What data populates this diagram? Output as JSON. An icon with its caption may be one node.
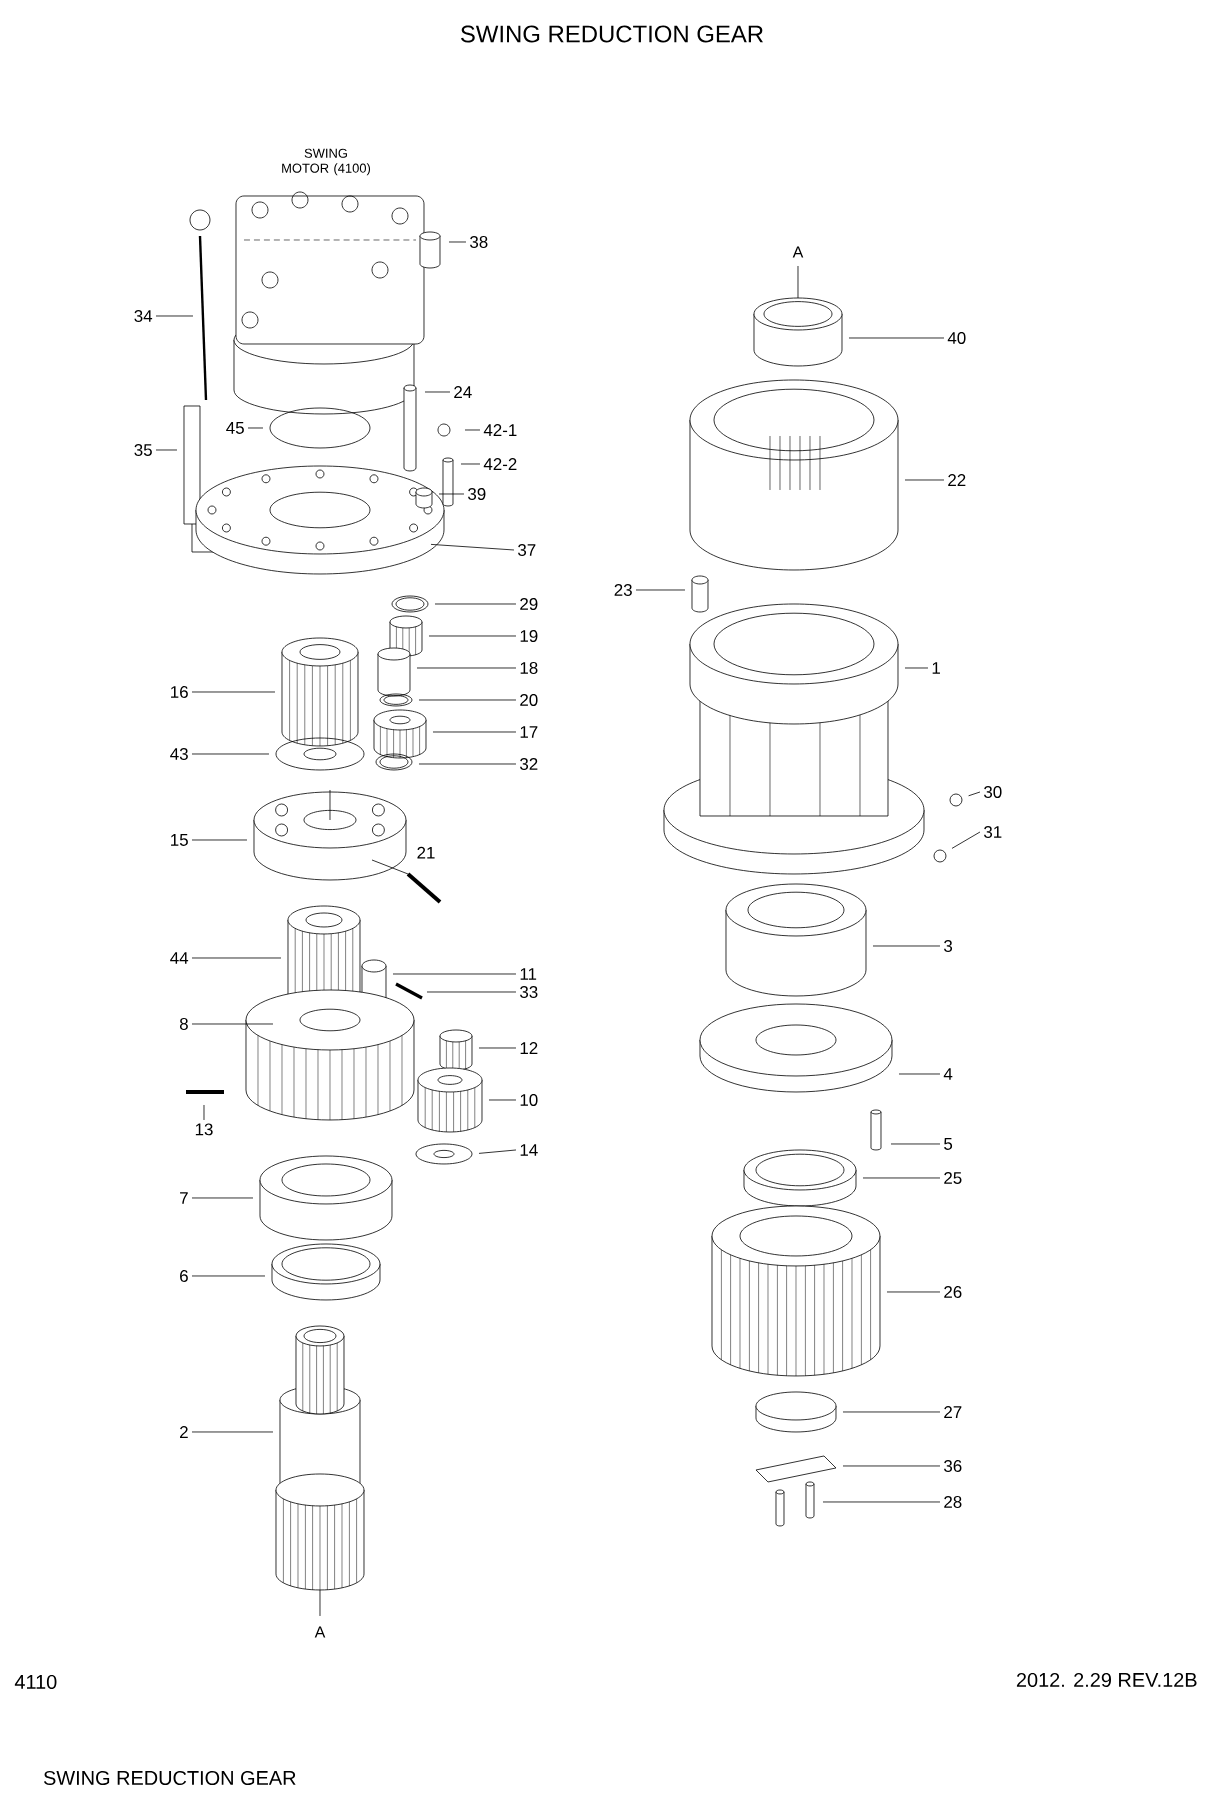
{
  "diagram": {
    "title": "SWING REDUCTION GEAR",
    "caption": "SWING REDUCTION GEAR",
    "nodes": [
      {
        "text": [
          "38"
        ]
      },
      {
        "text": [
          "40"
        ]
      },
      {
        "text": [
          "34"
        ]
      },
      {
        "text": [
          "24"
        ]
      },
      {
        "text": [
          "45"
        ]
      },
      {
        "text": [
          "42-1"
        ]
      },
      {
        "text": [
          "35"
        ]
      },
      {
        "text": [
          "42-2"
        ]
      },
      {
        "text": [
          "22"
        ]
      },
      {
        "text": [
          "39"
        ]
      },
      {
        "text": [
          "37"
        ]
      },
      {
        "text": [
          "23"
        ]
      },
      {
        "text": [
          "29"
        ]
      },
      {
        "text": [
          "19"
        ]
      },
      {
        "text": [
          "18"
        ]
      },
      {
        "text": [
          "1"
        ]
      },
      {
        "text": [
          "16"
        ]
      },
      {
        "text": [
          "20"
        ]
      },
      {
        "text": [
          "17"
        ]
      },
      {
        "text": [
          "43"
        ]
      },
      {
        "text": [
          "32"
        ]
      },
      {
        "text": [
          "30"
        ]
      },
      {
        "text": [
          "31"
        ]
      },
      {
        "text": [
          "15"
        ]
      },
      {
        "text": [
          "21"
        ]
      },
      {
        "text": [
          "3"
        ]
      },
      {
        "text": [
          "44"
        ]
      },
      {
        "text": [
          "11"
        ]
      },
      {
        "text": [
          "33"
        ]
      },
      {
        "text": [
          "8"
        ]
      },
      {
        "text": [
          "12"
        ]
      },
      {
        "text": [
          "4"
        ]
      },
      {
        "text": [
          "10"
        ]
      },
      {
        "text": [
          "13"
        ]
      },
      {
        "text": [
          "5"
        ]
      },
      {
        "text": [
          "14"
        ]
      },
      {
        "text": [
          "25"
        ]
      },
      {
        "text": [
          "7"
        ]
      },
      {
        "text": [
          "6"
        ]
      },
      {
        "text": [
          "26"
        ]
      },
      {
        "text": [
          "27"
        ]
      },
      {
        "text": [
          "2"
        ]
      },
      {
        "text": [
          "36"
        ]
      },
      {
        "text": [
          "28"
        ]
      }
    ],
    "edges": [
      {
        "from": 0,
        "to": null,
        "arrow": "none"
      },
      {
        "from": 1,
        "to": null,
        "arrow": "none"
      },
      {
        "from": 2,
        "to": null,
        "arrow": "none"
      },
      {
        "from": 3,
        "to": null,
        "arrow": "none"
      },
      {
        "from": 4,
        "to": null,
        "arrow": "none"
      },
      {
        "from": 5,
        "to": null,
        "arrow": "none"
      },
      {
        "from": 6,
        "to": null,
        "arrow": "none"
      },
      {
        "from": 7,
        "to": null,
        "arrow": "none"
      },
      {
        "from": 8,
        "to": null,
        "arrow": "none"
      },
      {
        "from": 9,
        "to": null,
        "arrow": "none"
      },
      {
        "from": 10,
        "to": null,
        "arrow": "none"
      },
      {
        "from": 11,
        "to": null,
        "arrow": "none"
      },
      {
        "from": 12,
        "to": null,
        "arrow": "none"
      },
      {
        "from": 13,
        "to": null,
        "arrow": "none"
      },
      {
        "from": 14,
        "to": null,
        "arrow": "none"
      },
      {
        "from": 15,
        "to": null,
        "arrow": "none"
      },
      {
        "from": 16,
        "to": null,
        "arrow": "none"
      },
      {
        "from": 17,
        "to": null,
        "arrow": "none"
      },
      {
        "from": 18,
        "to": null,
        "arrow": "none"
      },
      {
        "from": 19,
        "to": null,
        "arrow": "none"
      },
      {
        "from": 20,
        "to": null,
        "arrow": "none"
      },
      {
        "from": 21,
        "to": null,
        "arrow": "none"
      },
      {
        "from": 22,
        "to": null,
        "arrow": "none"
      },
      {
        "from": 23,
        "to": null,
        "arrow": "none"
      },
      {
        "from": 25,
        "to": null,
        "arrow": "none"
      },
      {
        "from": 26,
        "to": null,
        "arrow": "none"
      },
      {
        "from": 27,
        "to": null,
        "arrow": "none"
      },
      {
        "from": 28,
        "to": null,
        "arrow": "none"
      },
      {
        "from": 29,
        "to": null,
        "arrow": "none"
      },
      {
        "from": 30,
        "to": null,
        "arrow": "none"
      },
      {
        "from": 31,
        "to": null,
        "arrow": "none"
      },
      {
        "from": 32,
        "to": null,
        "arrow": "none"
      },
      {
        "from": 33,
        "to": null,
        "arrow": "none"
      },
      {
        "from": 34,
        "to": null,
        "arrow": "none"
      },
      {
        "from": 35,
        "to": null,
        "arrow": "none"
      },
      {
        "from": 36,
        "to": null,
        "arrow": "none"
      },
      {
        "from": 37,
        "to": null,
        "arrow": "none"
      },
      {
        "from": 38,
        "to": null,
        "arrow": "none"
      },
      {
        "from": 39,
        "to": null,
        "arrow": "none"
      },
      {
        "from": 40,
        "to": null,
        "arrow": "none"
      },
      {
        "from": 41,
        "to": null,
        "arrow": "none"
      },
      {
        "from": 42,
        "to": null,
        "arrow": "none"
      },
      {
        "from": 43,
        "to": null,
        "arrow": "none"
      }
    ],
    "labels": [
      "SWING MOTOR (4100)",
      "A",
      "A",
      "4110",
      "2012. 2.29  REV.12B"
    ]
  }
}
